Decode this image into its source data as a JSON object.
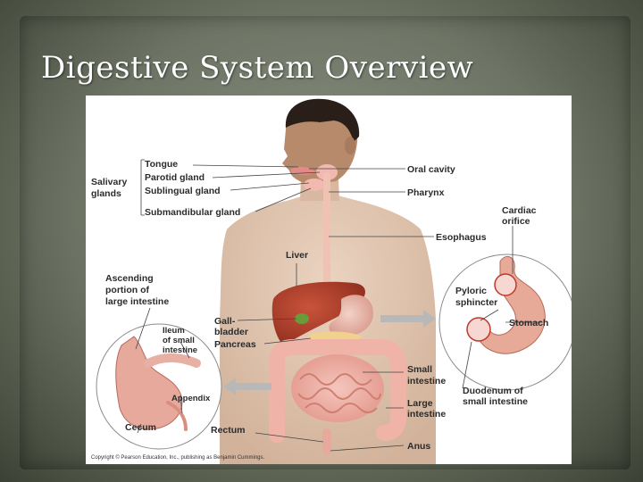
{
  "slide": {
    "title": "Digestive System Overview"
  },
  "figure": {
    "labels": {
      "salivary_glands": [
        "Salivary",
        "glands"
      ],
      "tongue": "Tongue",
      "parotid_gland": "Parotid gland",
      "sublingual_gland": "Sublingual gland",
      "submandibular_gland": "Submandibular gland",
      "oral_cavity": "Oral cavity",
      "pharynx": "Pharynx",
      "cardiac_orifice": [
        "Cardiac",
        "orifice"
      ],
      "esophagus": "Esophagus",
      "liver": "Liver",
      "ascending_colon": [
        "Ascending",
        "portion of",
        "large intestine"
      ],
      "pyloric_sphincter": [
        "Pyloric",
        "sphincter"
      ],
      "stomach": "Stomach",
      "gallbladder": [
        "Gall-",
        "bladder"
      ],
      "pancreas": "Pancreas",
      "ileum": [
        "Ileum",
        "of small",
        "intestine"
      ],
      "small_intestine": [
        "Small",
        "intestine"
      ],
      "appendix": "Appendix",
      "duodenum": [
        "Duodenum of",
        "small intestine"
      ],
      "large_intestine": [
        "Large",
        "intestine"
      ],
      "cecum": "Cecum",
      "rectum": "Rectum",
      "anus": "Anus"
    },
    "copyright": "Copyright © Pearson Education, Inc., publishing as Benjamin Cummings."
  }
}
